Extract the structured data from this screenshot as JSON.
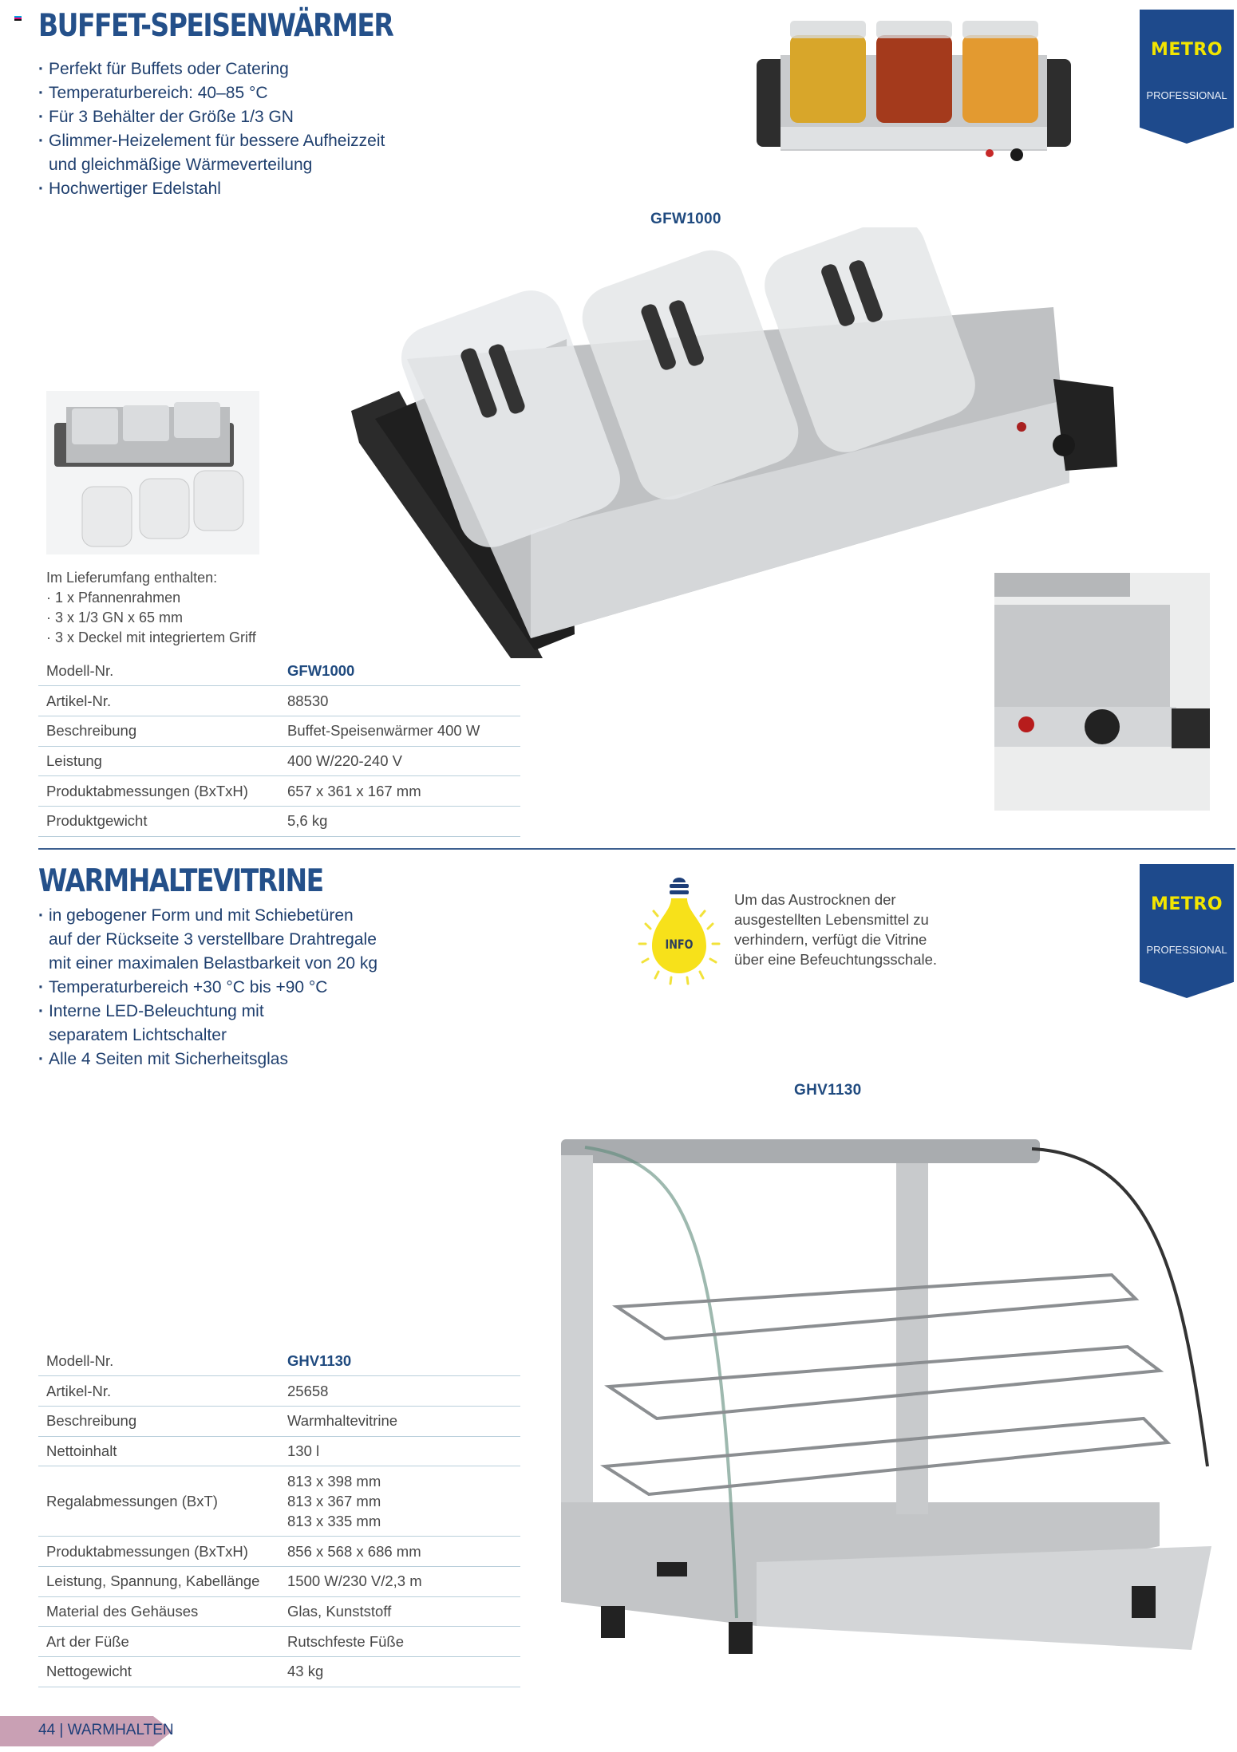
{
  "page": {
    "number": "44",
    "section": "WARMHALTEN",
    "footer_label": "44 | WARMHALTEN"
  },
  "brand": {
    "name": "METRO",
    "sub": "PROFESSIONAL",
    "color_bg": "#1e4a8c",
    "color_name": "#f2e500"
  },
  "product1": {
    "title": "BUFFET-SPEISENWÄRMER",
    "bullets": [
      "Perfekt für Buffets oder Catering",
      "Temperaturbereich: 40–85 °C",
      "Für 3 Behälter der Größe 1/3 GN",
      "Glimmer-Heizelement für bessere Aufheizzeit",
      "und gleichmäßige Wärmeverteilung",
      "Hochwertiger Edelstahl"
    ],
    "model_label": "GFW1000",
    "scope_heading": "Im Lieferumfang enthalten:",
    "scope_items": [
      "· 1 x Pfannenrahmen",
      "· 3 x 1/3 GN x 65 mm",
      "· 3 x Deckel mit integriertem Griff"
    ],
    "specs": [
      {
        "key": "Modell-Nr.",
        "value": "GFW1000"
      },
      {
        "key": "Artikel-Nr.",
        "value": "88530"
      },
      {
        "key": "Beschreibung",
        "value": "Buffet-Speisenwärmer 400 W"
      },
      {
        "key": "Leistung",
        "value": "400 W/220-240 V"
      },
      {
        "key": "Produktabmessungen (BxTxH)",
        "value": "657 x 361 x 167 mm"
      },
      {
        "key": "Produktgewicht",
        "value": "5,6 kg"
      }
    ]
  },
  "product2": {
    "title": "WARMHALTEVITRINE",
    "bullets": [
      "in gebogener Form und mit Schiebetüren",
      "auf der Rückseite 3 verstellbare Drahtregale",
      "mit einer maximalen Belastbarkeit von 20 kg",
      "Temperaturbereich +30 °C bis +90 °C",
      "Interne LED-Beleuchtung mit",
      "separatem Lichtschalter",
      "Alle 4 Seiten mit Sicherheitsglas"
    ],
    "info_badge": "INFO",
    "info_lines": [
      "Um das Austrocknen der",
      "ausgestellten Lebensmittel zu",
      "verhindern, verfügt die Vitrine",
      "über eine Befeuchtungsschale."
    ],
    "model_label": "GHV1130",
    "specs": [
      {
        "key": "Modell-Nr.",
        "value": "GHV1130"
      },
      {
        "key": "Artikel-Nr.",
        "value": "25658"
      },
      {
        "key": "Beschreibung",
        "value": "Warmhaltevitrine"
      },
      {
        "key": "Nettoinhalt",
        "value": "130 l"
      },
      {
        "key": "Regalabmessungen (BxT)",
        "values": [
          "813 x 398 mm",
          "813 x 367 mm",
          "813 x 335 mm"
        ]
      },
      {
        "key": "Produktabmessungen (BxTxH)",
        "value": "856 x 568 x 686 mm"
      },
      {
        "key": "Leistung, Spannung, Kabellänge",
        "value": "1500 W/230 V/2,3 m"
      },
      {
        "key": "Material des Gehäuses",
        "value": "Glas, Kunststoff"
      },
      {
        "key": "Art der Füße",
        "value": "Rutschfeste Füße"
      },
      {
        "key": "Nettogewicht",
        "value": "43 kg"
      }
    ]
  }
}
